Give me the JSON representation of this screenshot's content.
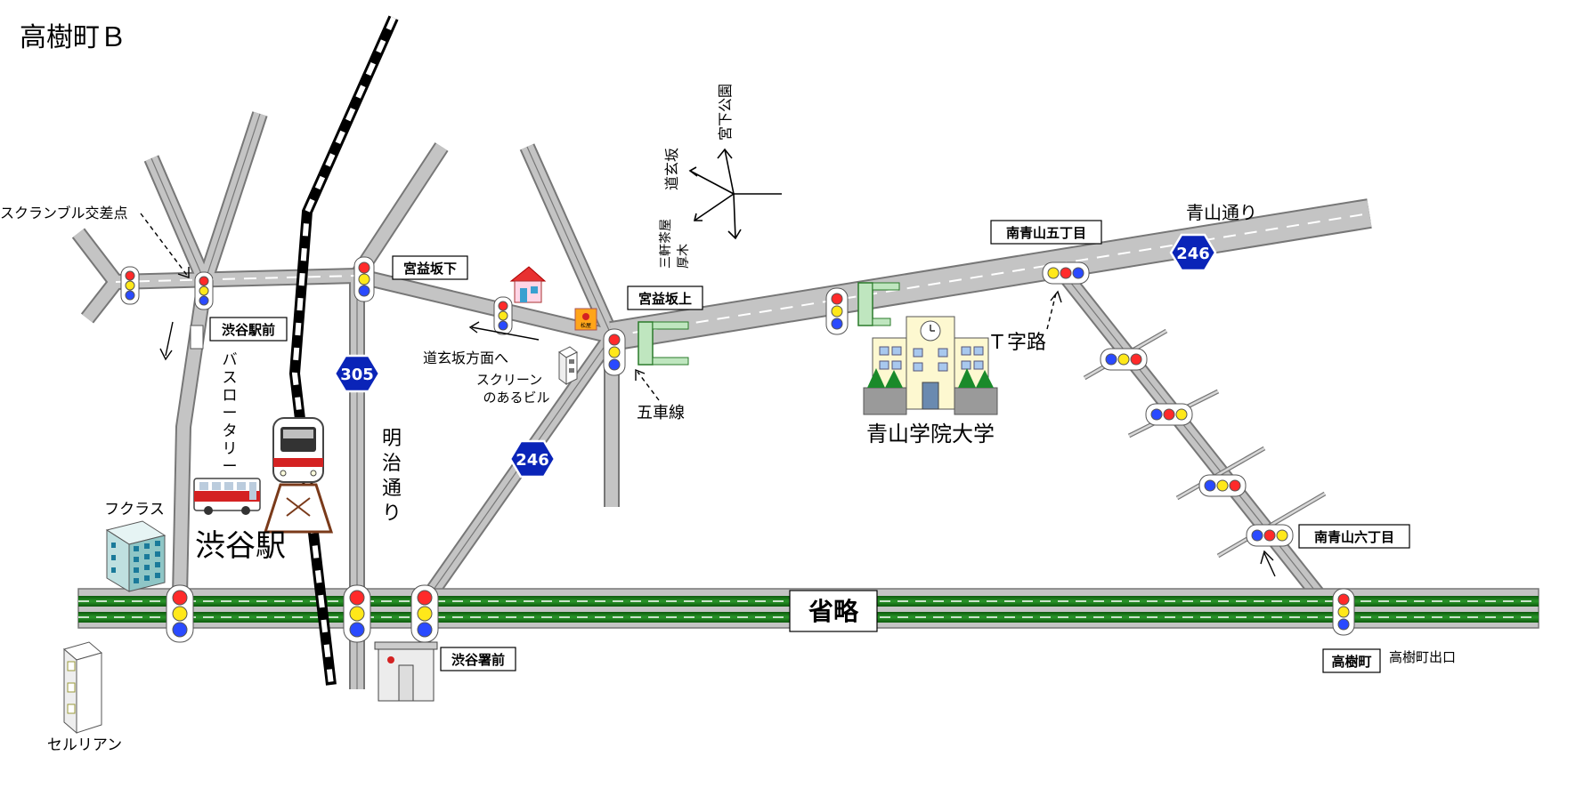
{
  "title": "高樹町Ｂ",
  "routes": {
    "r246": "246",
    "r305": "305"
  },
  "roads": {
    "aoyama": "青山通り",
    "meiji": [
      "明",
      "治",
      "通",
      "り"
    ]
  },
  "landmarks": {
    "shibuya_station": "渋谷駅",
    "aoyama_gakuin": "青山学院大学",
    "fukurasu": "フクラス",
    "cerulean": "セルリアン",
    "scramble": "スクランブル交差点",
    "screen_bldg_1": "スクリーン",
    "screen_bldg_2": "のあるビル",
    "bus_rotary": [
      "バ",
      "ス",
      "ロ",
      "ー",
      "タ",
      "リ",
      "ー"
    ],
    "convenience": "松屋"
  },
  "intersections": {
    "shibuya_ekimae": "渋谷駅前",
    "miyamasuzaka_shita": "宮益坂下",
    "miyamasuzaka_ue": "宮益坂上",
    "minami_aoyama_5": "南青山五丁目",
    "minami_aoyama_6": "南青山六丁目",
    "shibuya_shomae": "渋谷署前",
    "takagicho": "高樹町"
  },
  "annotations": {
    "dogenzaka_dir": "道玄坂方面へ",
    "gosha_sen": "五車線",
    "t_junction": "Ｔ字路",
    "omitted": "省略",
    "takagicho_exit": "高樹町出口"
  },
  "compass": {
    "miyashita_koen": "宮下公園",
    "dogenzaka": "道玄坂",
    "sangenjaya": "三軒茶屋",
    "atsugi": "厚木"
  },
  "colors": {
    "road": "#bfbfbf",
    "road_edge": "#777777",
    "expressway": "#1a7a1a",
    "route_shield": "#0a24b8",
    "signal_red": "#ff2a2a",
    "signal_yellow": "#ffe81a",
    "signal_blue": "#2a4aff",
    "pedestrian_bridge": "#bfe6bf"
  }
}
